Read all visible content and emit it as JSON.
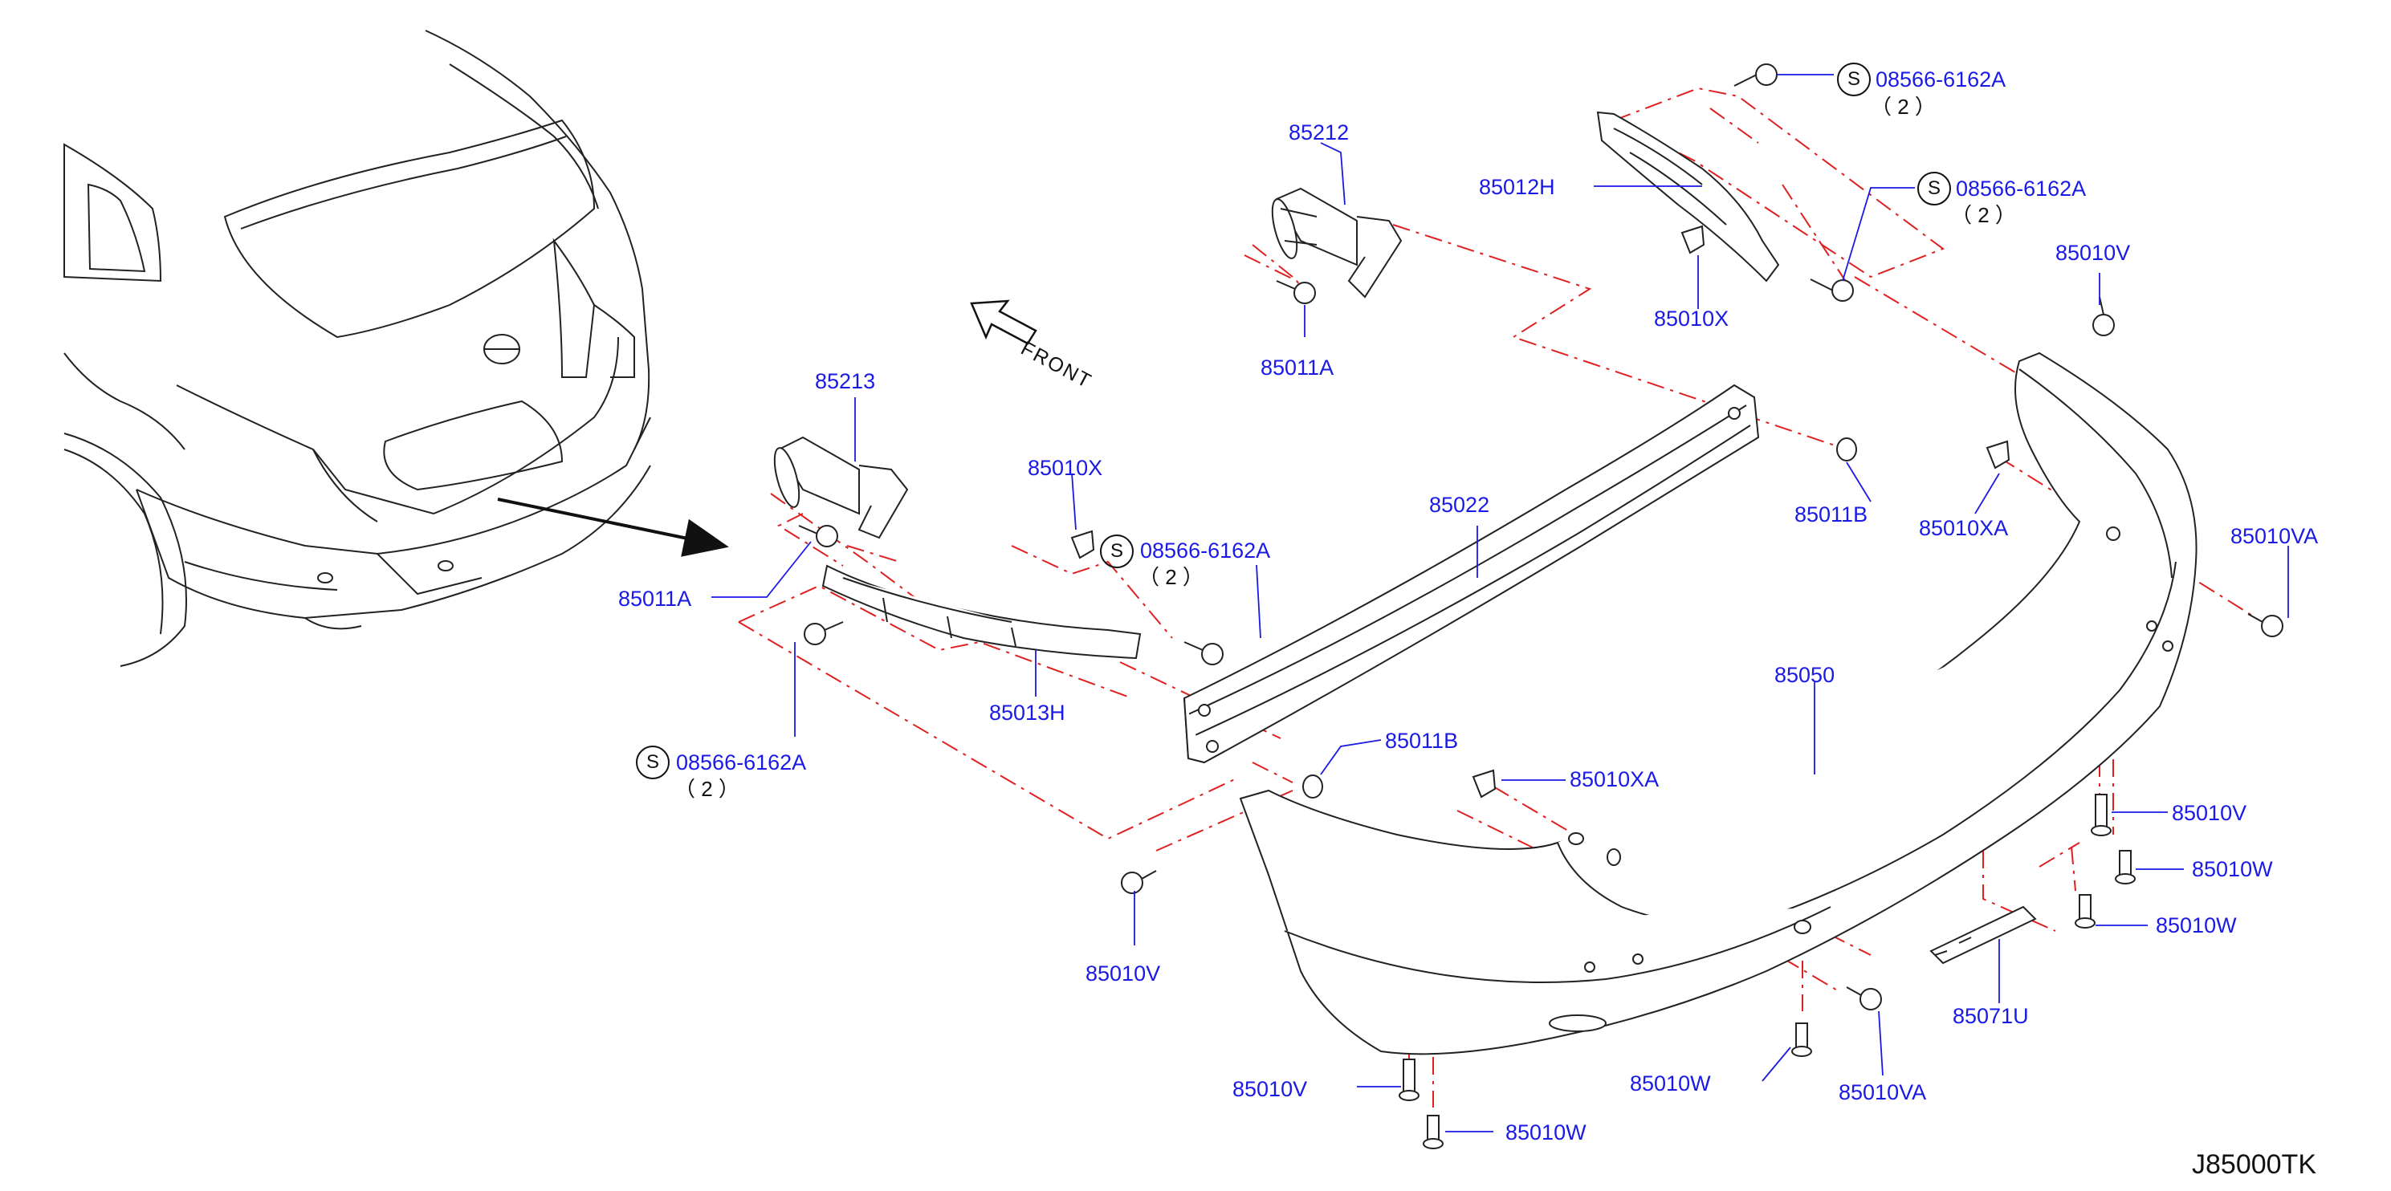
{
  "diagram": {
    "code": "J85000TK",
    "front_label": "FRONT",
    "screw_mark": "S",
    "colors": {
      "label": "#1a1ae6",
      "line": "#111111",
      "dash": "#e02020"
    },
    "parts": [
      {
        "id": "p85212",
        "text": "85212"
      },
      {
        "id": "p85012H",
        "text": "85012H"
      },
      {
        "id": "p85011A_top",
        "text": "85011A"
      },
      {
        "id": "p85010X_top",
        "text": "85010X"
      },
      {
        "id": "p85010V_tr",
        "text": "85010V"
      },
      {
        "id": "p85213",
        "text": "85213"
      },
      {
        "id": "p85010X_mid",
        "text": "85010X"
      },
      {
        "id": "p85022",
        "text": "85022"
      },
      {
        "id": "p85011B_top",
        "text": "85011B"
      },
      {
        "id": "p85010XA_r",
        "text": "85010XA"
      },
      {
        "id": "p85010VA_r",
        "text": "85010VA"
      },
      {
        "id": "p85011A_left",
        "text": "85011A"
      },
      {
        "id": "p85013H",
        "text": "85013H"
      },
      {
        "id": "p85050",
        "text": "85050"
      },
      {
        "id": "p85011B_mid",
        "text": "85011B"
      },
      {
        "id": "p85010XA_mid",
        "text": "85010XA"
      },
      {
        "id": "p85010V_r2",
        "text": "85010V"
      },
      {
        "id": "p85010W_r1",
        "text": "85010W"
      },
      {
        "id": "p85010W_r2",
        "text": "85010W"
      },
      {
        "id": "p85071U",
        "text": "85071U"
      },
      {
        "id": "p85010V_left",
        "text": "85010V"
      },
      {
        "id": "p85010W_mid",
        "text": "85010W"
      },
      {
        "id": "p85010VA_b",
        "text": "85010VA"
      },
      {
        "id": "p85010V_bot",
        "text": "85010V"
      },
      {
        "id": "p85010W_bot",
        "text": "85010W"
      }
    ],
    "screw_callouts": [
      {
        "id": "s1",
        "part": "08566-6162A",
        "qty": "（ 2 ）"
      },
      {
        "id": "s2",
        "part": "08566-6162A",
        "qty": "（ 2 ）"
      },
      {
        "id": "s3",
        "part": "08566-6162A",
        "qty": "（ 2 ）"
      },
      {
        "id": "s4",
        "part": "08566-6162A",
        "qty": "（ 2 ）"
      }
    ]
  }
}
